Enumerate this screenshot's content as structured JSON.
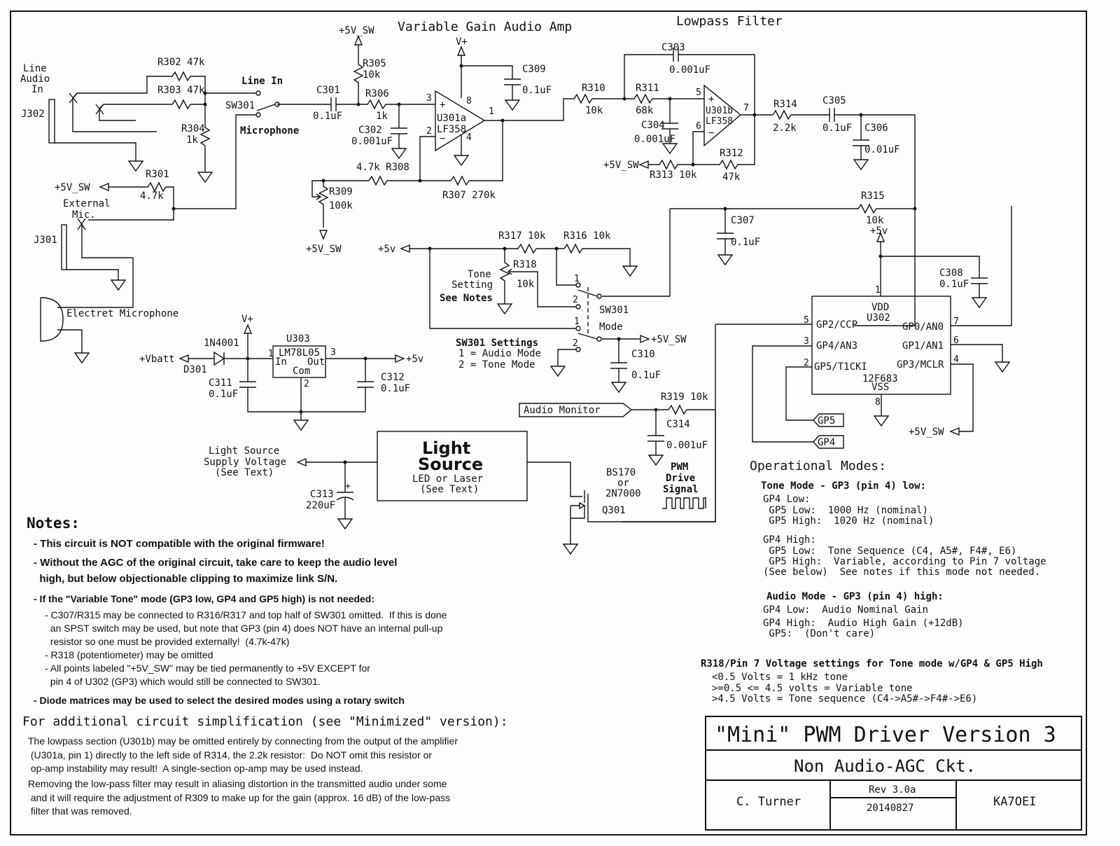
{
  "titles": {
    "amp": "Variable Gain Audio Amp",
    "filter": "Lowpass Filter"
  },
  "input_section": {
    "line_audio_in": [
      "Line",
      "Audio",
      "In"
    ],
    "j302": "J302",
    "r302": "R302 47k",
    "r303": "R303 47k",
    "r304": [
      "R304",
      "1k"
    ],
    "line_in": "Line In",
    "sw301": "SW301",
    "microphone": "Microphone",
    "r301": [
      "R301",
      "4.7k"
    ],
    "p5vsw_r301": "+5V_SW",
    "external_mic": [
      "External",
      "Mic."
    ],
    "j301": "J301",
    "electret": "Electret Microphone"
  },
  "amp_section": {
    "p5vsw_top": "+5V_SW",
    "r305": [
      "R305",
      "10k"
    ],
    "c301": [
      "C301",
      "0.1uF"
    ],
    "r306": [
      "R306",
      "1k"
    ],
    "c302": [
      "C302",
      "0.001uF"
    ],
    "vplus": "V+",
    "c309": [
      "C309",
      "0.1uF"
    ],
    "u301a": [
      "U301a",
      "LF358"
    ],
    "pins": [
      "3",
      "2",
      "8",
      "4",
      "1"
    ],
    "r308": "4.7k R308",
    "r307": "R307 270k",
    "r309": [
      "R309",
      "100k"
    ],
    "p5vsw_r309": "+5V_SW"
  },
  "filter_section": {
    "r310": [
      "R310",
      "10k"
    ],
    "r311": [
      "R311",
      "68k"
    ],
    "c303": [
      "C303",
      "0.001uF"
    ],
    "c304": [
      "C304",
      "0.001uF"
    ],
    "u301b": [
      "U301b",
      "LF358"
    ],
    "pins": [
      "5",
      "6",
      "7"
    ],
    "r312": [
      "R312",
      "47k"
    ],
    "r313": "R313 10k",
    "p5vsw_r313": "+5V_SW",
    "r314": [
      "R314",
      "2.2k"
    ],
    "c305": [
      "C305",
      "0.1uF"
    ],
    "c306": [
      "C306",
      "0.01uF"
    ],
    "r315": [
      "R315",
      "10k"
    ],
    "c307": [
      "C307",
      "0.1uF"
    ]
  },
  "switch_section": {
    "p5v": "+5v",
    "r317": "R317 10k",
    "r316": "R316 10k",
    "r318": [
      "R318",
      "10k"
    ],
    "tone_setting": [
      "Tone",
      "Setting"
    ],
    "see_notes": "See Notes",
    "sw_labels": [
      "SW301",
      "Mode"
    ],
    "contacts": [
      "1",
      "2",
      "1",
      "2"
    ],
    "p5vsw_out": "+5V_SW",
    "c310": [
      "C310",
      "0.1uF"
    ],
    "settings_title": "SW301 Settings",
    "settings": [
      "1 = Audio Mode",
      "2 = Tone Mode"
    ]
  },
  "mcu_section": {
    "p5v": "+5v",
    "c308": [
      "C308",
      "0.1uF"
    ],
    "u302": [
      "VDD",
      "U302",
      "12F683",
      "VSS"
    ],
    "left_pins": [
      {
        "num": "5",
        "name": "GP2/CCP"
      },
      {
        "num": "3",
        "name": "GP4/AN3"
      },
      {
        "num": "2",
        "name": "GP5/T1CKI"
      }
    ],
    "right_pins": [
      {
        "num": "7",
        "name": "GP0/AN0"
      },
      {
        "num": "6",
        "name": "GP1/AN1"
      },
      {
        "num": "4",
        "name": "GP3/MCLR"
      }
    ],
    "top_pin": "1",
    "bottom_pin": "8",
    "gp5_port": "GP5",
    "gp4_port": "GP4",
    "p5vsw": "+5V_SW"
  },
  "power_section": {
    "vplus": "V+",
    "d301": [
      "1N4001",
      "D301"
    ],
    "vbatt": "+Vbatt",
    "u303": [
      "U303",
      "LM78L05",
      "In",
      "Out",
      "Com"
    ],
    "pins": [
      "1",
      "3",
      "2"
    ],
    "c311": [
      "C311",
      "0.1uF"
    ],
    "c312": [
      "C312",
      "0.1uF"
    ],
    "p5v": "+5v"
  },
  "output_section": {
    "audio_monitor": "Audio Monitor",
    "r319": "R319 10k",
    "c314": [
      "C314",
      "0.001uF"
    ],
    "pwm": [
      "PWM",
      "Drive",
      "Signal"
    ],
    "q301": [
      "BS170",
      "or",
      "2N7000",
      "Q301"
    ],
    "light_source": [
      "Light",
      "Source",
      "LED or Laser",
      "(See Text)"
    ],
    "supply": [
      "Light Source",
      "Supply Voltage",
      "(See Text)"
    ],
    "c313": [
      "C313",
      "220uF"
    ]
  },
  "operational_modes": {
    "title": "Operational Modes:",
    "tone_title": "Tone Mode - GP3 (pin 4) low:",
    "tone_lines": [
      "GP4 Low:",
      " GP5 Low:  1000 Hz (nominal)",
      " GP5 High:  1020 Hz (nominal)",
      "GP4 High:",
      " GP5 Low:  Tone Sequence (C4, A5#, F4#, E6)",
      " GP5 High:  Variable, according to Pin 7 voltage",
      "(See below)  See notes if this mode not needed."
    ],
    "audio_title": "Audio Mode - GP3 (pin 4) high:",
    "audio_lines": [
      "GP4 Low:  Audio Nominal Gain",
      "GP4 High:  Audio High Gain (+12dB)",
      " GP5:  (Don't care)"
    ],
    "r318_title": "R318/Pin 7 Voltage settings for Tone mode w/GP4 & GP5 High",
    "r318_lines": [
      "<0.5 Volts = 1 kHz tone",
      ">=0.5 <= 4.5 volts = Variable tone",
      ">4.5 Volts = Tone sequence (C4->A5#->F4#->E6)"
    ]
  },
  "notes": {
    "title": "Notes:",
    "items": [
      "- This circuit is NOT compatible with the original firmware!",
      "- Without the AGC of the original circuit, take care to keep the audio level",
      "  high, but below objectionable clipping to maximize link S/N."
    ],
    "variable_title": "- If the \"Variable Tone\" mode (GP3 low, GP4 and GP5 high) is not needed:",
    "variable_items": [
      "- C307/R315 may be connected to R316/R317 and top half of SW301 omitted.  If this is done",
      "  an SPST switch may be used, but note that GP3 (pin 4) does NOT have an internal pull-up",
      "  resistor so one must be provided externally!  (4.7k-47k)",
      "- R318 (potentiometer) may be omitted",
      "- All points labeled \"+5V_SW\" may be tied permanently to +5V EXCEPT for",
      "  pin 4 of U302 (GP3) which would still be connected to SW301."
    ],
    "diode_note": "- Diode matrices may be used to select the desired modes using a rotary switch",
    "simplification_title": "For additional circuit simplification (see \"Minimized\" version):",
    "simplification_items": [
      "The lowpass section (U301b) may be omitted entirely by connecting from the output of the amplifier",
      " (U301a, pin 1) directly to the left side of R314, the 2.2k resistor:  Do NOT omit this resistor or",
      " op-amp instability may result!  A single-section op-amp may be used instead.",
      "Removing the low-pass filter may result in aliasing distortion in the transmitted audio under some",
      " and it will require the adjustment of R309 to make up for the gain (approx. 16 dB) of the low-pass",
      " filter that was removed."
    ]
  },
  "title_block": {
    "title": "\"Mini\" PWM Driver Version 3",
    "subtitle": "Non Audio-AGC Ckt.",
    "author": "C. Turner",
    "rev": "Rev 3.0a",
    "date": "20140827",
    "callsign": "KA7OEI"
  }
}
